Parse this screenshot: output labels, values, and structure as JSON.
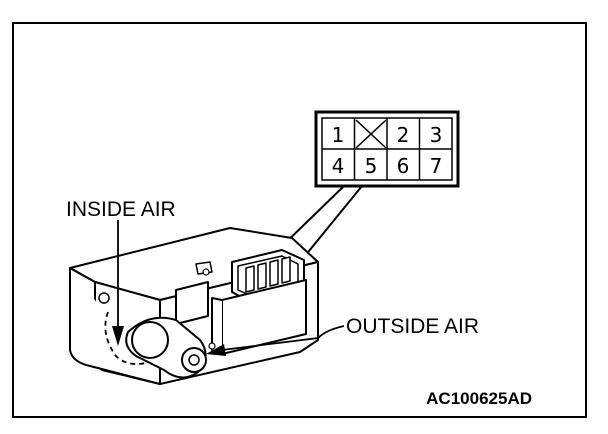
{
  "labels": {
    "inside_air": "INSIDE AIR",
    "outside_air": "OUTSIDE AIR",
    "figure_code": "AC100625AD"
  },
  "connector": {
    "row1": [
      "1",
      "",
      "2",
      "3"
    ],
    "row2": [
      "4",
      "5",
      "6",
      "7"
    ]
  }
}
